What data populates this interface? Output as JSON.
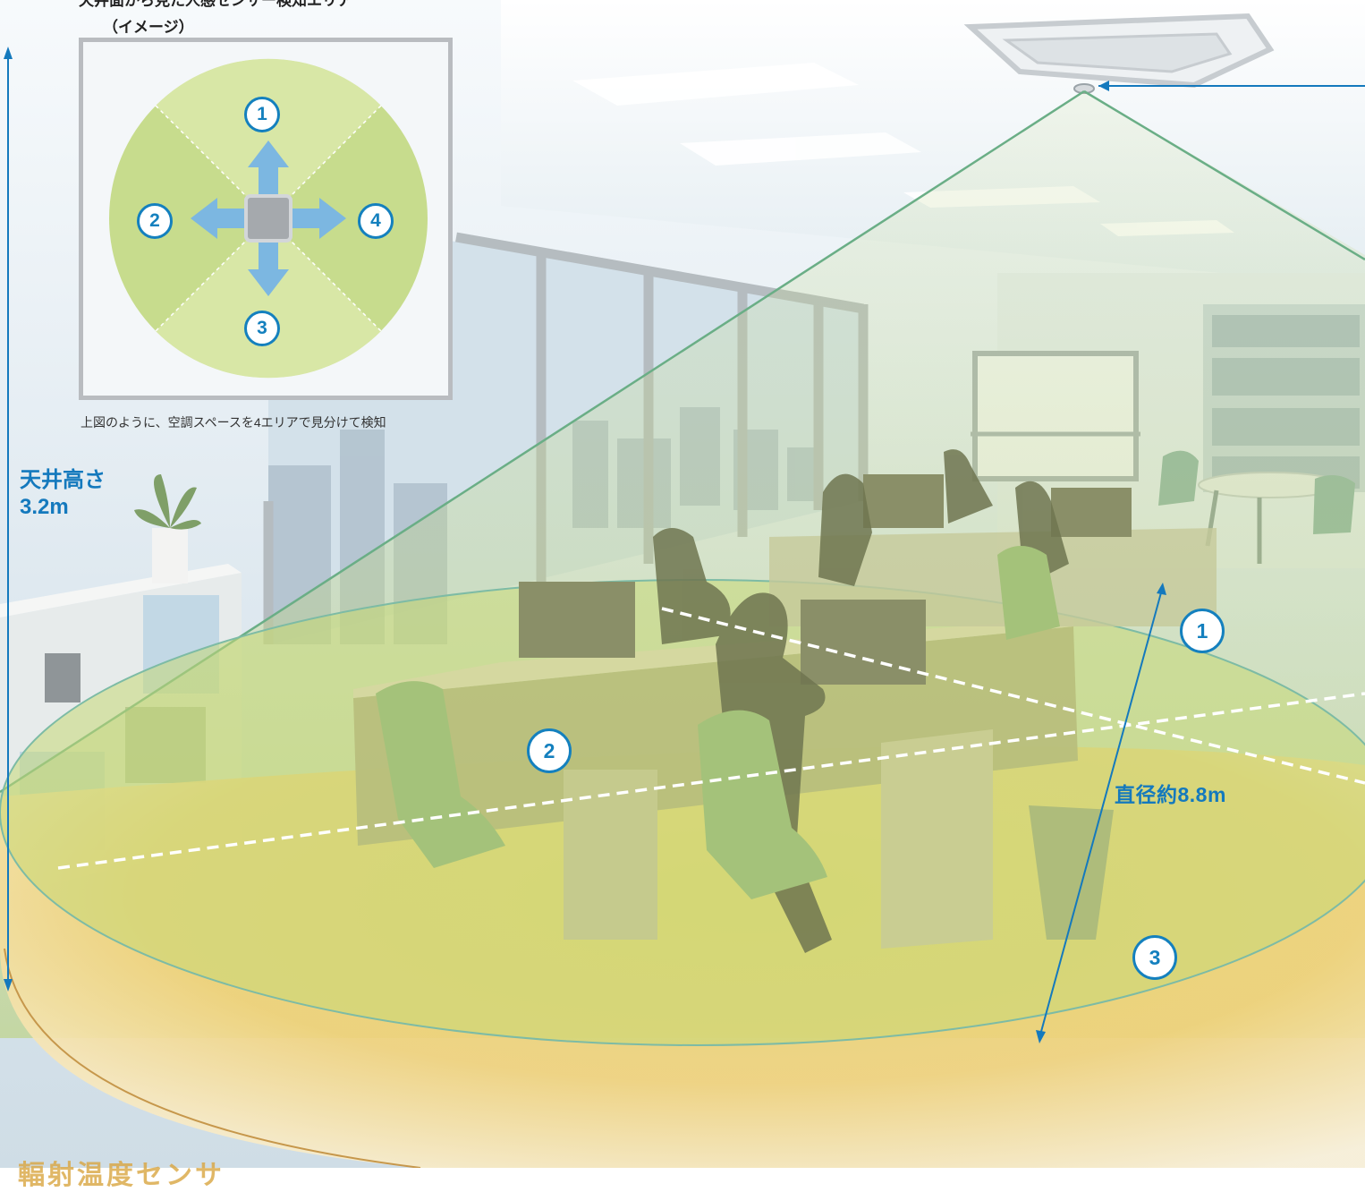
{
  "inset": {
    "title_partial": "天井面から見た人感センサー検知エリア",
    "caption": "（イメージ）",
    "note": "上図のように、空調スペースを4エリアで見分けて検知",
    "areas": [
      "1",
      "2",
      "3",
      "4"
    ]
  },
  "room": {
    "areas": [
      "1",
      "2",
      "3"
    ]
  },
  "labels": {
    "ceiling_height": "天井高さ",
    "ceiling_height_value": "3.2m",
    "diameter": "直径約8.8m",
    "bottom_partial": "輻射温度センサ"
  },
  "colors": {
    "accent_blue": "#1479bd",
    "detect_green": "#b5cc6a",
    "floor_yellow": "#f3d271",
    "inset_circle": "#c7dc8d"
  },
  "icons": {
    "inset_unit": "ceiling-unit-icon",
    "plant": "plant-icon",
    "sensor": "sensor-icon"
  }
}
